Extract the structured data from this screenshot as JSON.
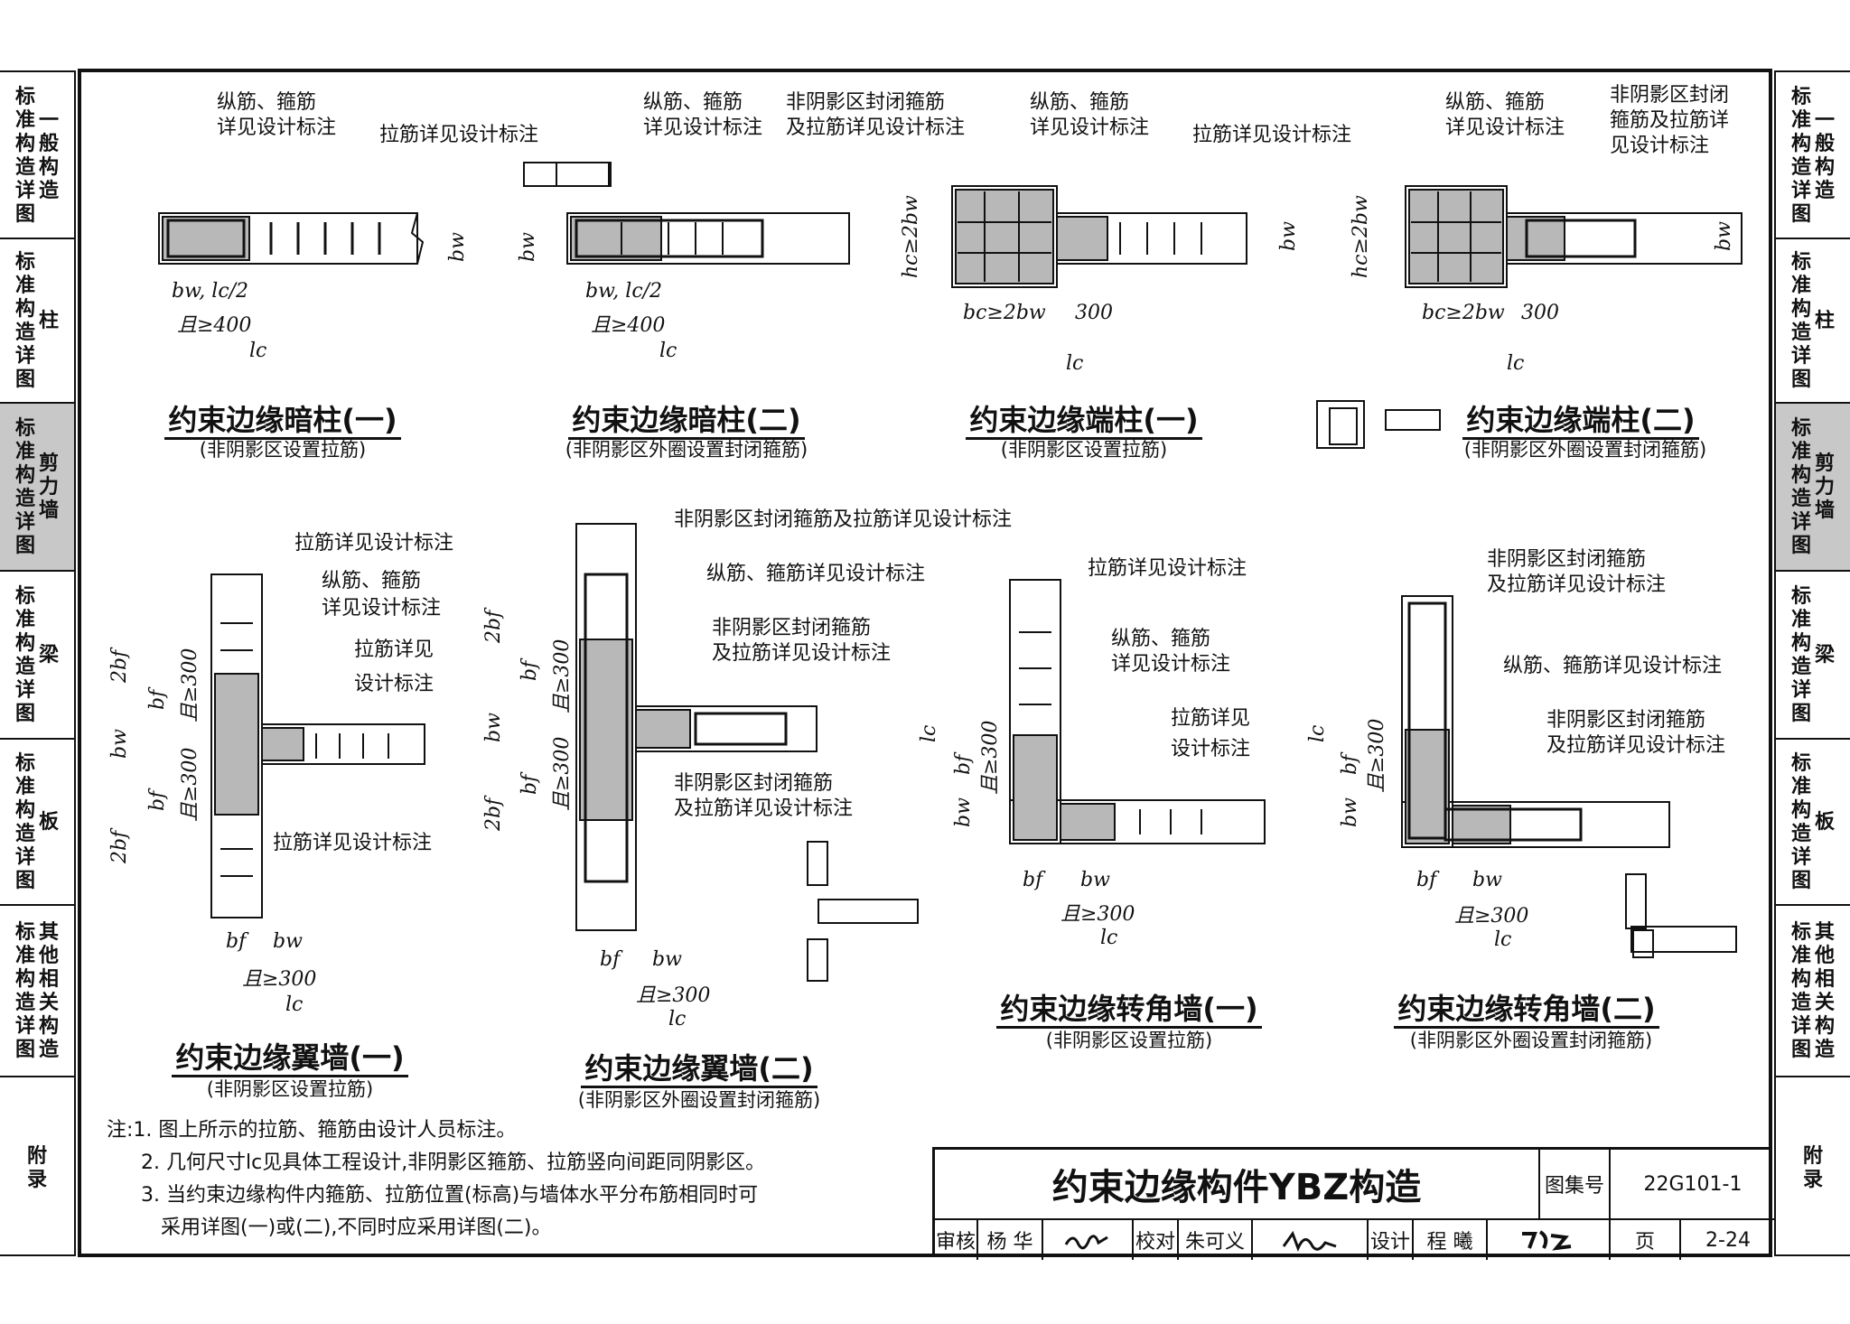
{
  "sidebar": {
    "tabs": [
      {
        "lines": [
          "标准构造详图"
        ],
        "topic": "一般构造"
      },
      {
        "lines": [
          "标准构造详图"
        ],
        "topic": "柱"
      },
      {
        "lines": [
          "标准构造详图"
        ],
        "topic": "剪力墙",
        "active": true
      },
      {
        "lines": [
          "标准构造详图"
        ],
        "topic": "梁"
      },
      {
        "lines": [
          "标准构造详图"
        ],
        "topic": "板"
      },
      {
        "lines": [
          "标准构造详图"
        ],
        "topic": "其他相关构造"
      },
      {
        "lines": [
          ""
        ],
        "topic": "附录"
      }
    ]
  },
  "figures": {
    "f1": {
      "title": "约束边缘暗柱(一)",
      "sub": "(非阴影区设置拉筋)",
      "l1": "纵筋、箍筋",
      "l2": "详见设计标注",
      "l3": "拉筋详见设计标注",
      "d1": "bw, lc/2",
      "d2": "且≥400",
      "d3": "lc",
      "dv": "bw"
    },
    "f2": {
      "title": "约束边缘暗柱(二)",
      "sub": "(非阴影区外圈设置封闭箍筋)",
      "l1": "纵筋、箍筋",
      "l2": "详见设计标注",
      "l3": "非阴影区封闭箍筋",
      "l4": "及拉筋详见设计标注",
      "d1": "bw, lc/2",
      "d2": "且≥400",
      "d3": "lc",
      "dv": "bw"
    },
    "f3": {
      "title": "约束边缘端柱(一)",
      "sub": "(非阴影区设置拉筋)",
      "l1": "纵筋、箍筋",
      "l2": "详见设计标注",
      "l3": "拉筋详见设计标注",
      "d1": "bc≥2bw",
      "d2": "300",
      "d3": "lc",
      "dv": "hc≥2bw",
      "dv2": "bw"
    },
    "f4": {
      "title": "约束边缘端柱(二)",
      "sub": "(非阴影区外圈设置封闭箍筋)",
      "l1": "纵筋、箍筋",
      "l2": "详见设计标注",
      "l3": "非阴影区封闭",
      "l4": "箍筋及拉筋详",
      "l5": "见设计标注",
      "d1": "bc≥2bw",
      "d2": "300",
      "d3": "lc",
      "dv": "hc≥2bw",
      "dv2": "bw"
    },
    "f5": {
      "title": "约束边缘翼墙(一)",
      "sub": "(非阴影区设置拉筋)",
      "l1": "拉筋详见设计标注",
      "l2": "纵筋、箍筋",
      "l3": "详见设计标注",
      "l4": "拉筋详见",
      "l5": "设计标注",
      "l6": "拉筋详见设计标注",
      "d1": "bf",
      "d2": "bw",
      "d3": "且≥300",
      "d4": "lc",
      "v1": "2bf",
      "v2": "bf",
      "v3": "且≥300",
      "v4": "bw",
      "v5": "bf",
      "v6": "且≥300",
      "v7": "2bf"
    },
    "f6": {
      "title": "约束边缘翼墙(二)",
      "sub": "(非阴影区外圈设置封闭箍筋)",
      "l1": "非阴影区封闭箍筋及拉筋详见设计标注",
      "l2": "纵筋、箍筋详见设计标注",
      "l3": "非阴影区封闭箍筋",
      "l4": "及拉筋详见设计标注",
      "l5": "非阴影区封闭箍筋",
      "l6": "及拉筋详见设计标注",
      "d1": "bf",
      "d2": "bw",
      "d3": "且≥300",
      "d4": "lc",
      "v1": "2bf",
      "v2": "bf",
      "v3": "且≥300",
      "v4": "bw",
      "v5": "bf",
      "v6": "且≥300",
      "v7": "2bf"
    },
    "f7": {
      "title": "约束边缘转角墙(一)",
      "sub": "(非阴影区设置拉筋)",
      "l1": "拉筋详见设计标注",
      "l2": "纵筋、箍筋",
      "l3": "详见设计标注",
      "l4": "拉筋详见",
      "l5": "设计标注",
      "d1": "bf",
      "d2": "bw",
      "d3": "且≥300",
      "d4": "lc",
      "v1": "lc",
      "v2": "bf",
      "v3": "且≥300",
      "v4": "bw"
    },
    "f8": {
      "title": "约束边缘转角墙(二)",
      "sub": "(非阴影区外圈设置封闭箍筋)",
      "l1": "非阴影区封闭箍筋",
      "l2": "及拉筋详见设计标注",
      "l3": "纵筋、箍筋详见设计标注",
      "l4": "非阴影区封闭箍筋",
      "l5": "及拉筋详见设计标注",
      "d1": "bf",
      "d2": "bw",
      "d3": "且≥300",
      "d4": "lc",
      "v1": "lc",
      "v2": "bf",
      "v3": "且≥300",
      "v4": "bw"
    }
  },
  "notes": [
    "注:1. 图上所示的拉筋、箍筋由设计人员标注。",
    "2. 几何尺寸lc见具体工程设计,非阴影区箍筋、拉筋竖向间距同阴影区。",
    "3. 当约束边缘构件内箍筋、拉筋位置(标高)与墙体水平分布筋相同时可",
    "采用详图(一)或(二),不同时应采用详图(二)。"
  ],
  "title_block": {
    "title": "约束边缘构件YBZ构造",
    "atlas_label": "图集号",
    "atlas_no": "22G101-1",
    "review_label": "审核",
    "reviewer": "杨 华",
    "check_label": "校对",
    "checker": "朱可义",
    "design_label": "设计",
    "designer": "程 曦",
    "page_label": "页",
    "page_no": "2-24"
  }
}
